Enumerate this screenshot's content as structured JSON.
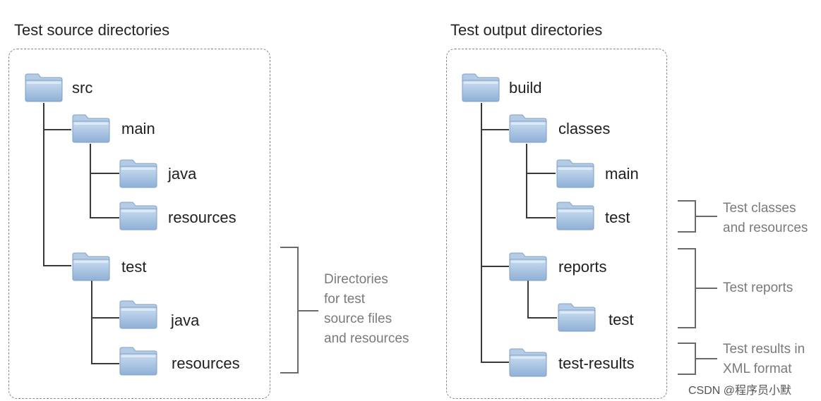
{
  "left": {
    "heading": "Test source directories",
    "nodes": {
      "src": "src",
      "main": "main",
      "main_java": "java",
      "main_resources": "resources",
      "test": "test",
      "test_java": "java",
      "test_resources": "resources"
    },
    "note_lines": [
      "Directories",
      "for test",
      "source files",
      "and resources"
    ]
  },
  "right": {
    "heading": "Test output directories",
    "nodes": {
      "build": "build",
      "classes": "classes",
      "classes_main": "main",
      "classes_test": "test",
      "reports": "reports",
      "reports_test": "test",
      "test_results": "test-results"
    },
    "notes": {
      "classes": [
        "Test classes",
        "and resources"
      ],
      "reports": [
        "Test reports"
      ],
      "results": [
        "Test results in",
        "XML format"
      ]
    }
  },
  "watermark": "CSDN @程序员小默",
  "colors": {
    "folder_top": "#c9dcf0",
    "folder_bottom": "#8fb0d6",
    "line": "#3a3a3a",
    "note_text": "#7a7a7a"
  },
  "icons": {
    "folder": "folder-icon"
  }
}
